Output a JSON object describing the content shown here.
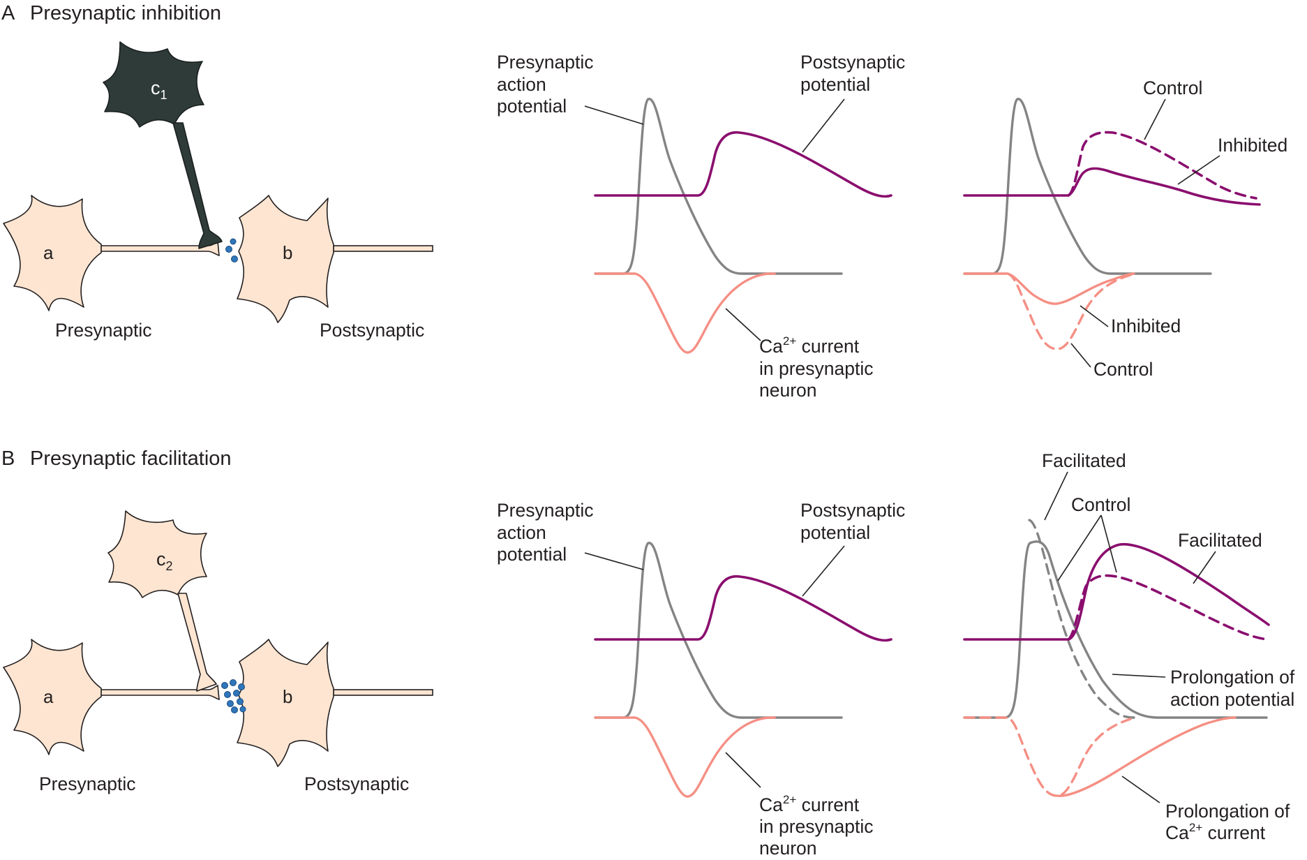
{
  "panel_a": {
    "letter": "A",
    "title": "Presynaptic inhibition",
    "cells": {
      "a": "a",
      "b": "b",
      "c": "c",
      "c_sub": "1"
    },
    "presynaptic_label": "Presynaptic",
    "postsynaptic_label": "Postsynaptic",
    "trace_labels": {
      "presyn_ap": [
        "Presynaptic",
        "action",
        "potential"
      ],
      "postsyn_pot": [
        "Postsynaptic",
        "potential"
      ],
      "ca_prefix": "Ca",
      "ca_sup": "2+",
      "ca_rest": " current",
      "ca_lines": [
        "in presynaptic",
        "neuron"
      ]
    },
    "modulated_labels": {
      "control_top": "Control",
      "inhibited_top": "Inhibited",
      "inhibited_bottom": "Inhibited",
      "control_bottom": "Control"
    }
  },
  "panel_b": {
    "letter": "B",
    "title": "Presynaptic facilitation",
    "cells": {
      "a": "a",
      "b": "b",
      "c": "c",
      "c_sub": "2"
    },
    "presynaptic_label": "Presynaptic",
    "postsynaptic_label": "Postsynaptic",
    "trace_labels": {
      "presyn_ap": [
        "Presynaptic",
        "action",
        "potential"
      ],
      "postsyn_pot": [
        "Postsynaptic",
        "potential"
      ],
      "ca_prefix": "Ca",
      "ca_sup": "2+",
      "ca_rest": " current",
      "ca_lines": [
        "in presynaptic",
        "neuron"
      ]
    },
    "modulated_labels": {
      "facilitated_top": "Facilitated",
      "control_top": "Control",
      "facilitated_right": "Facilitated",
      "prolongation_ap": [
        "Prolongation of",
        "action potential"
      ],
      "prolongation_ca_line1": "Prolongation of",
      "prolongation_ca_prefix": "Ca",
      "prolongation_ca_sup": "2+",
      "prolongation_ca_rest": " current"
    }
  },
  "colors": {
    "action_potential": "#848484",
    "postsynaptic_potential": "#8a0e6e",
    "calcium_current": "#f58f84",
    "neuron_fill": "#fde5d1",
    "inhibitory_interneuron": "#2e3b38",
    "vesicles": "#2f76ba"
  }
}
